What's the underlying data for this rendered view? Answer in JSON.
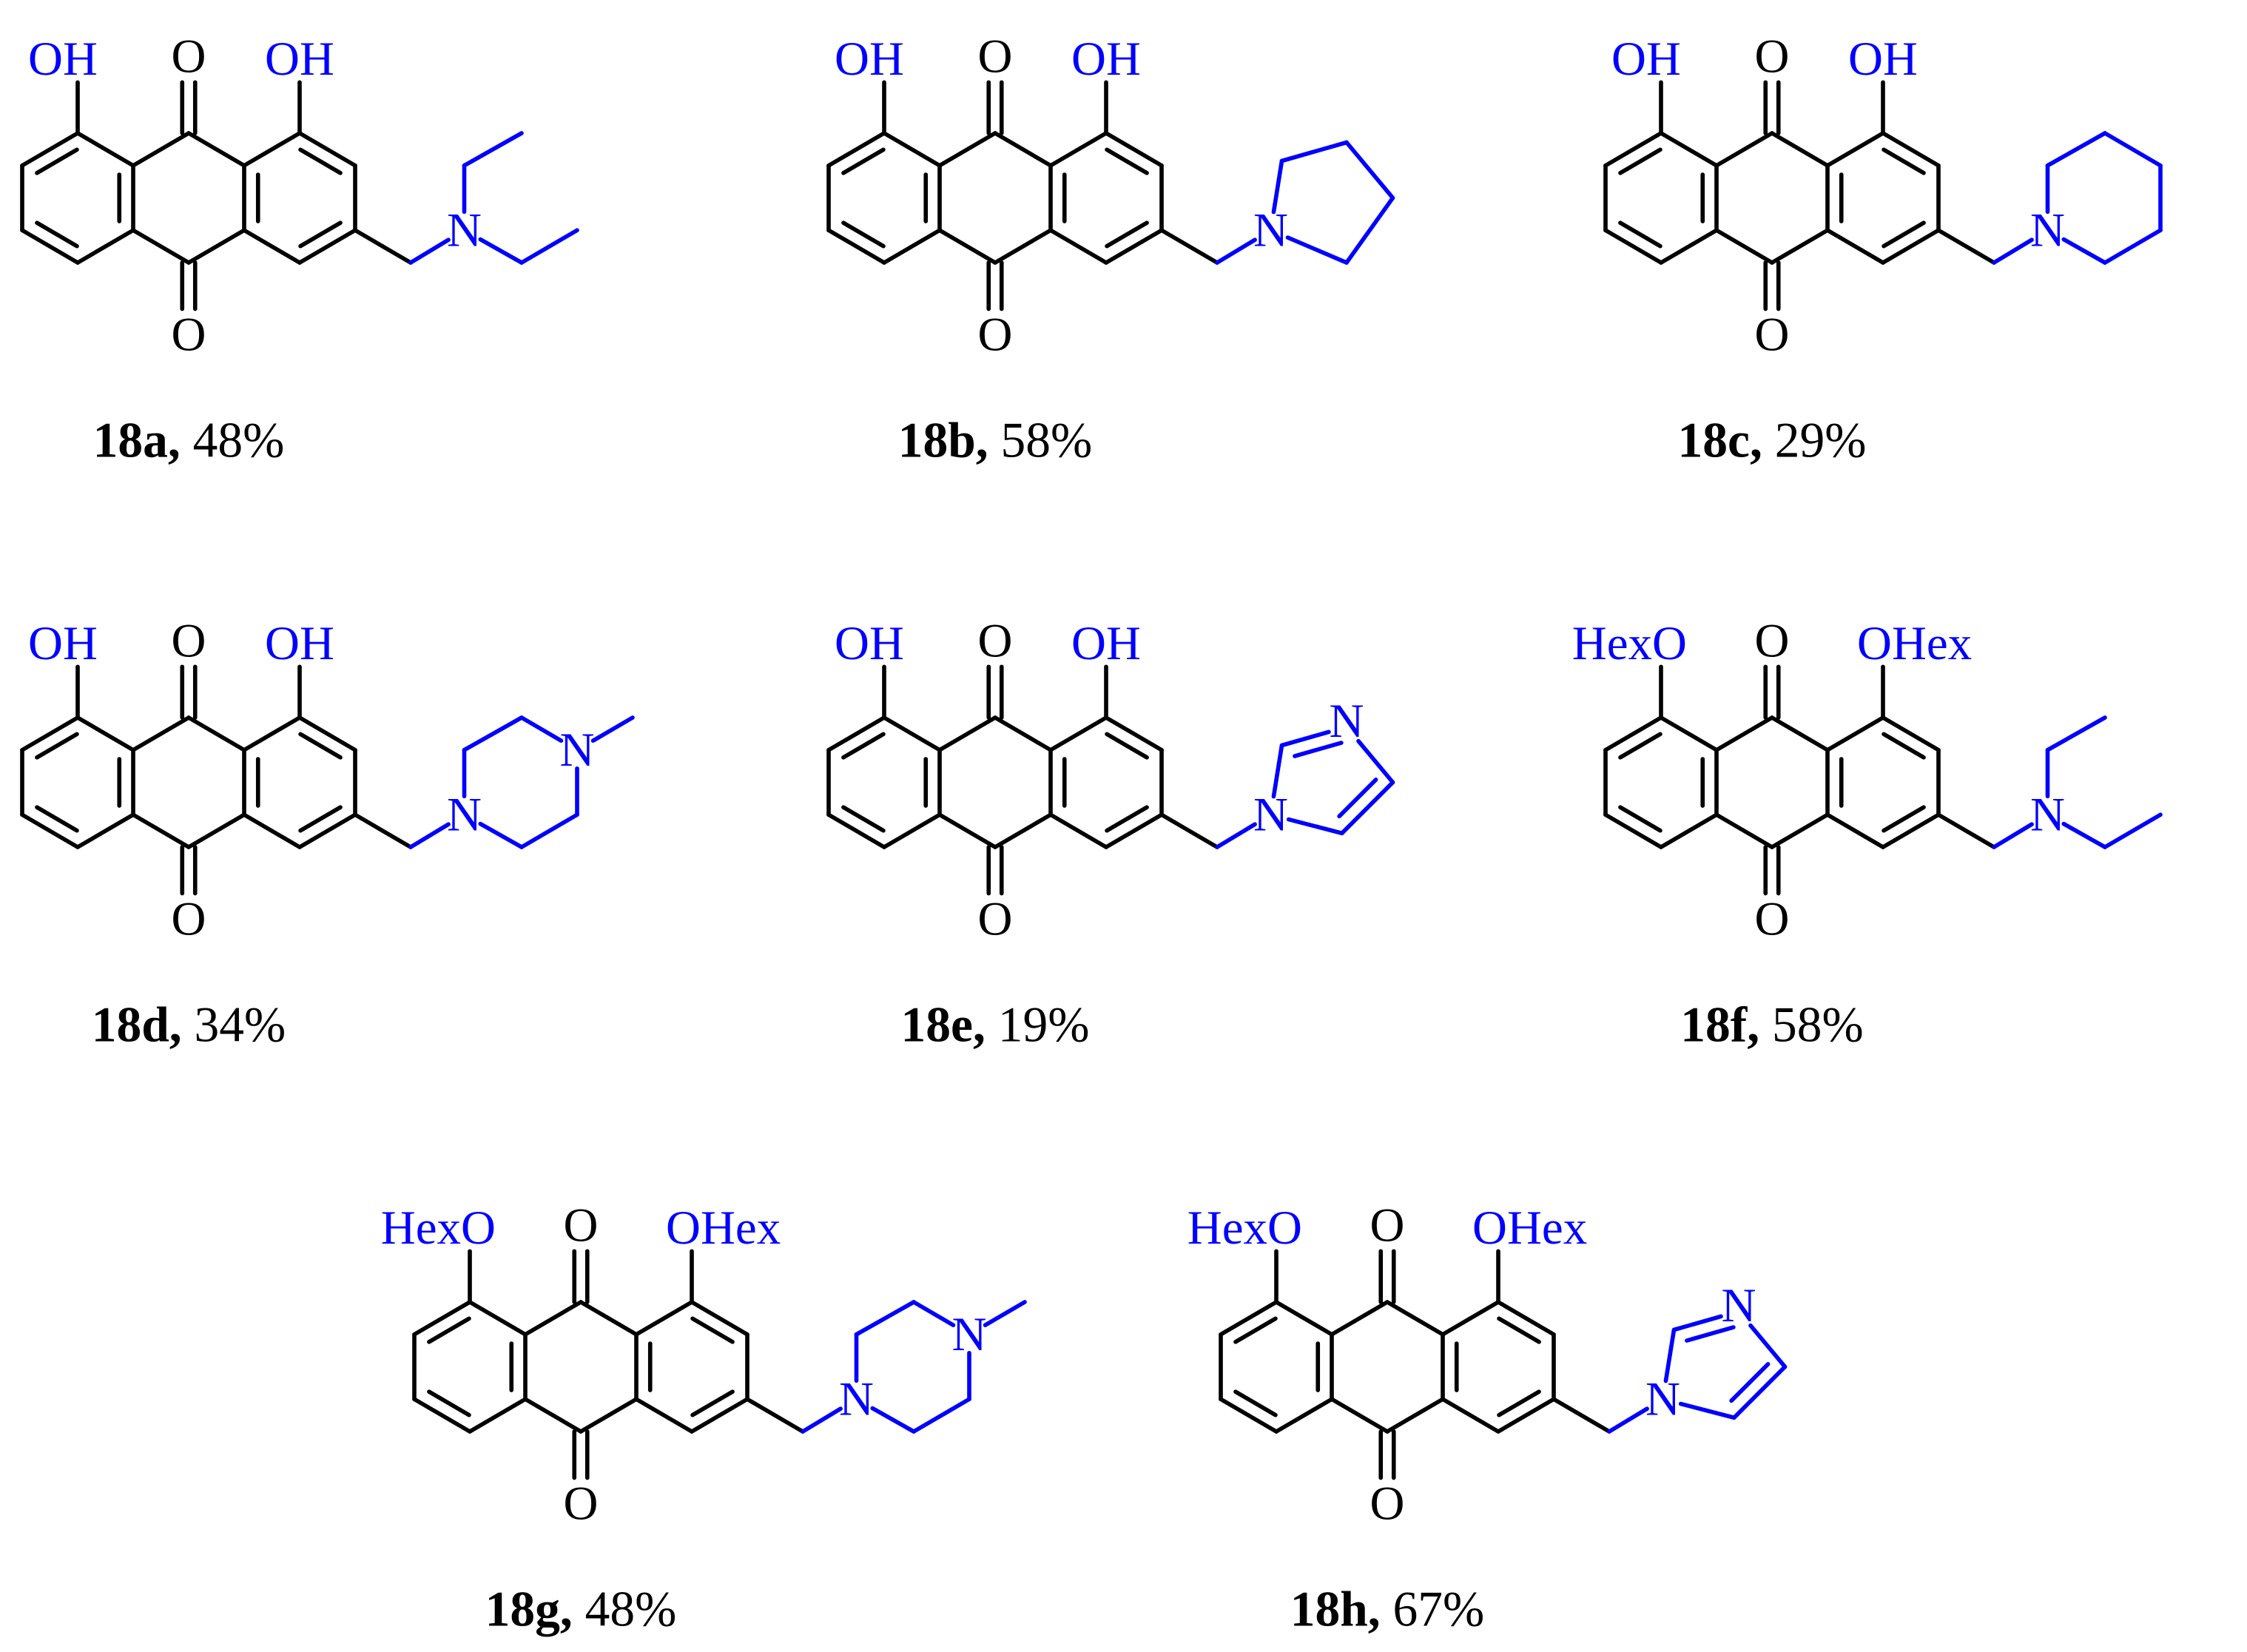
{
  "colors": {
    "core": "#000000",
    "substituent": "#0000ff",
    "background": "#ffffff"
  },
  "compounds": [
    {
      "id": "18a",
      "yield": "48%",
      "o_left": "OH",
      "o_right": "OH",
      "carbonyl_top": "O",
      "carbonyl_bottom": "O",
      "amine": "diethylamino",
      "n1": "N",
      "n2": ""
    },
    {
      "id": "18b",
      "yield": "58%",
      "o_left": "OH",
      "o_right": "OH",
      "carbonyl_top": "O",
      "carbonyl_bottom": "O",
      "amine": "pyrrolidine",
      "n1": "N",
      "n2": ""
    },
    {
      "id": "18c",
      "yield": "29%",
      "o_left": "OH",
      "o_right": "OH",
      "carbonyl_top": "O",
      "carbonyl_bottom": "O",
      "amine": "piperidine",
      "n1": "N",
      "n2": ""
    },
    {
      "id": "18d",
      "yield": "34%",
      "o_left": "OH",
      "o_right": "OH",
      "carbonyl_top": "O",
      "carbonyl_bottom": "O",
      "amine": "methylpiperazine",
      "n1": "N",
      "n2": "N"
    },
    {
      "id": "18e",
      "yield": "19%",
      "o_left": "OH",
      "o_right": "OH",
      "carbonyl_top": "O",
      "carbonyl_bottom": "O",
      "amine": "imidazole",
      "n1": "N",
      "n2": "N"
    },
    {
      "id": "18f",
      "yield": "58%",
      "o_left": "HexO",
      "o_right": "OHex",
      "carbonyl_top": "O",
      "carbonyl_bottom": "O",
      "amine": "diethylamino",
      "n1": "N",
      "n2": ""
    },
    {
      "id": "18g",
      "yield": "48%",
      "o_left": "HexO",
      "o_right": "OHex",
      "carbonyl_top": "O",
      "carbonyl_bottom": "O",
      "amine": "methylpiperazine",
      "n1": "N",
      "n2": "N"
    },
    {
      "id": "18h",
      "yield": "67%",
      "o_left": "HexO",
      "o_right": "OHex",
      "carbonyl_top": "O",
      "carbonyl_bottom": "O",
      "amine": "imidazole",
      "n1": "N",
      "n2": "N"
    }
  ]
}
